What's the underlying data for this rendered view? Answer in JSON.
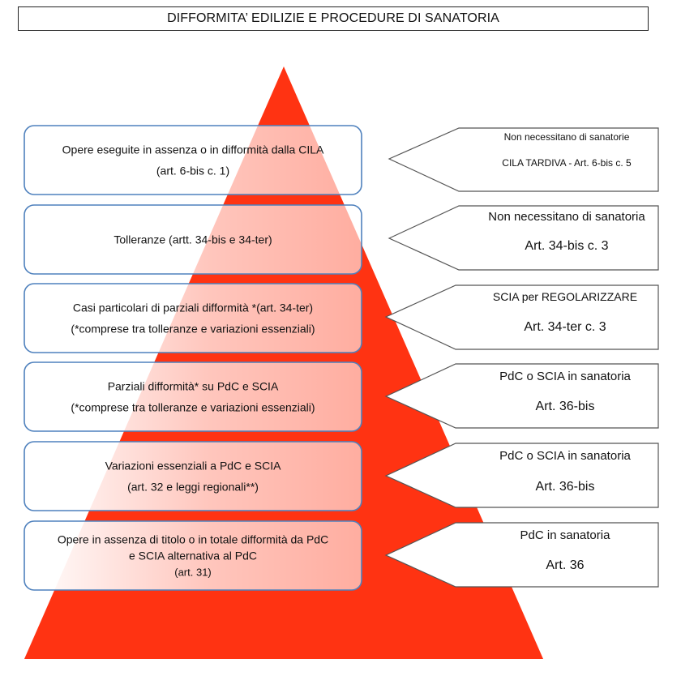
{
  "title": "DIFFORMITA’ EDILIZIE E PROCEDURE DI SANATORIA",
  "colors": {
    "pyramid": "#ff3312",
    "box_fill": "#ffffff",
    "box_border": "#4f81bd",
    "arrow_border": "#555555",
    "text": "#111111"
  },
  "levels": [
    {
      "left_lines": [
        "Opere eseguite in assenza o in difformità dalla CILA",
        "(art. 6-bis c. 1)"
      ],
      "right_lines": [
        "Non necessitano di sanatorie",
        "CILA TARDIVA - Art. 6-bis c. 5"
      ]
    },
    {
      "left_lines": [
        "Tolleranze (artt. 34-bis e 34-ter)"
      ],
      "right_lines": [
        "Non necessitano di sanatoria",
        "Art. 34-bis c. 3"
      ]
    },
    {
      "left_lines": [
        "Casi particolari di parziali difformità *(art. 34-ter)",
        "(*comprese tra tolleranze e variazioni essenziali)"
      ],
      "right_lines": [
        "SCIA per REGOLARIZZARE",
        "Art. 34-ter c. 3"
      ]
    },
    {
      "left_lines": [
        "Parziali difformità* su PdC e SCIA",
        "(*comprese tra tolleranze e variazioni essenziali)"
      ],
      "right_lines": [
        "PdC o SCIA in sanatoria",
        "Art. 36-bis"
      ]
    },
    {
      "left_lines": [
        "Variazioni essenziali a PdC e SCIA",
        "(art. 32 e leggi regionali**)"
      ],
      "right_lines": [
        "PdC o SCIA in sanatoria",
        "Art. 36-bis"
      ]
    },
    {
      "left_lines": [
        "Opere in assenza di titolo o in totale difformità da PdC",
        "e SCIA alternativa al PdC",
        "(art. 31)"
      ],
      "right_lines": [
        "PdC in sanatoria",
        "Art. 36"
      ]
    }
  ]
}
